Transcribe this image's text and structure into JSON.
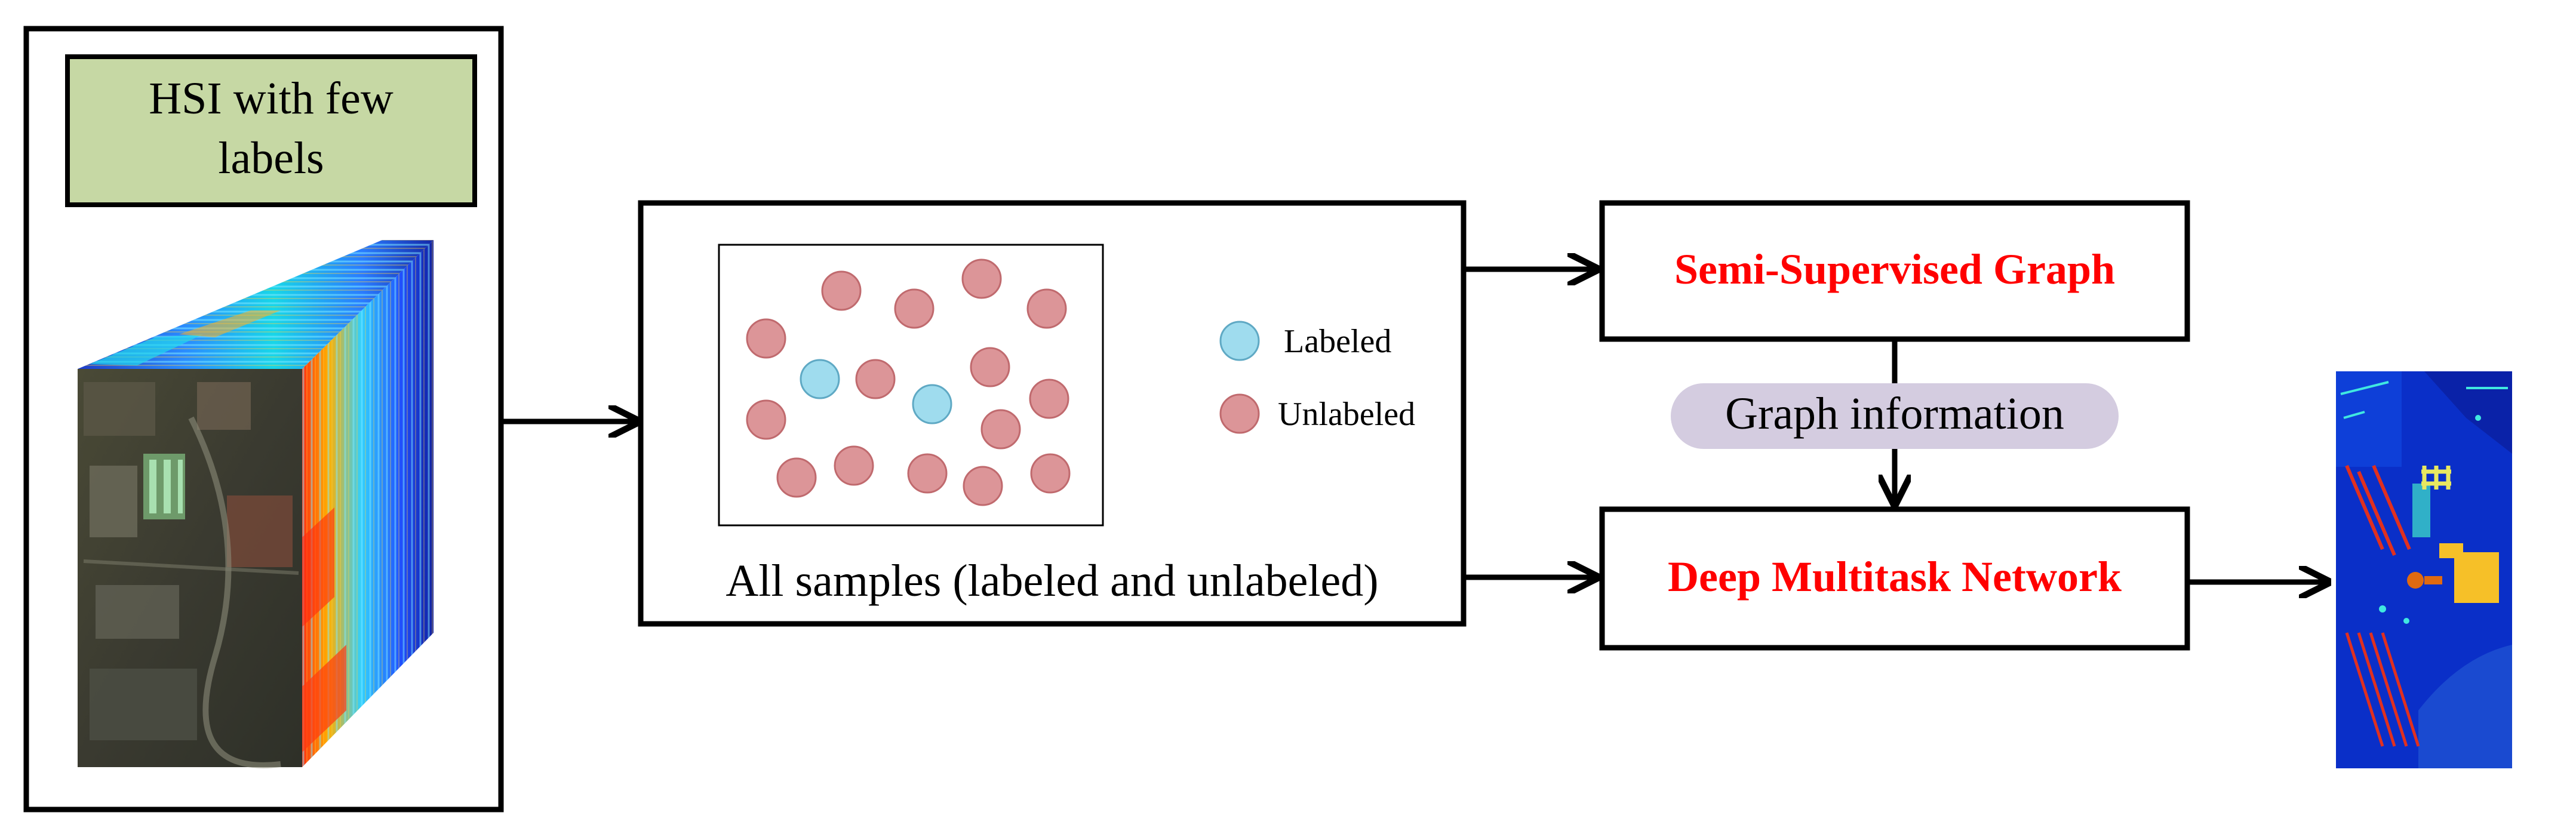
{
  "hsi_block": {
    "title_line1": "HSI with few",
    "title_line2": "labels"
  },
  "samples_block": {
    "caption": "All samples (labeled and unlabeled)",
    "legend_labeled": "Labeled",
    "legend_unlabeled": "Unlabeled"
  },
  "graph_block": {
    "title": "Semi-Supervised Graph"
  },
  "graph_info": {
    "label": "Graph information"
  },
  "network_block": {
    "title": "Deep Multitask Network"
  },
  "colors": {
    "labeled_fill": "#9fdcee",
    "unlabeled_fill": "#dc9598",
    "title_box_fill": "#c6d8a4",
    "emphasis_text": "#ff0000",
    "info_pill_fill": "#d4cce0"
  },
  "icons": [
    "hyperspectral-cube-image",
    "classification-map-image"
  ]
}
